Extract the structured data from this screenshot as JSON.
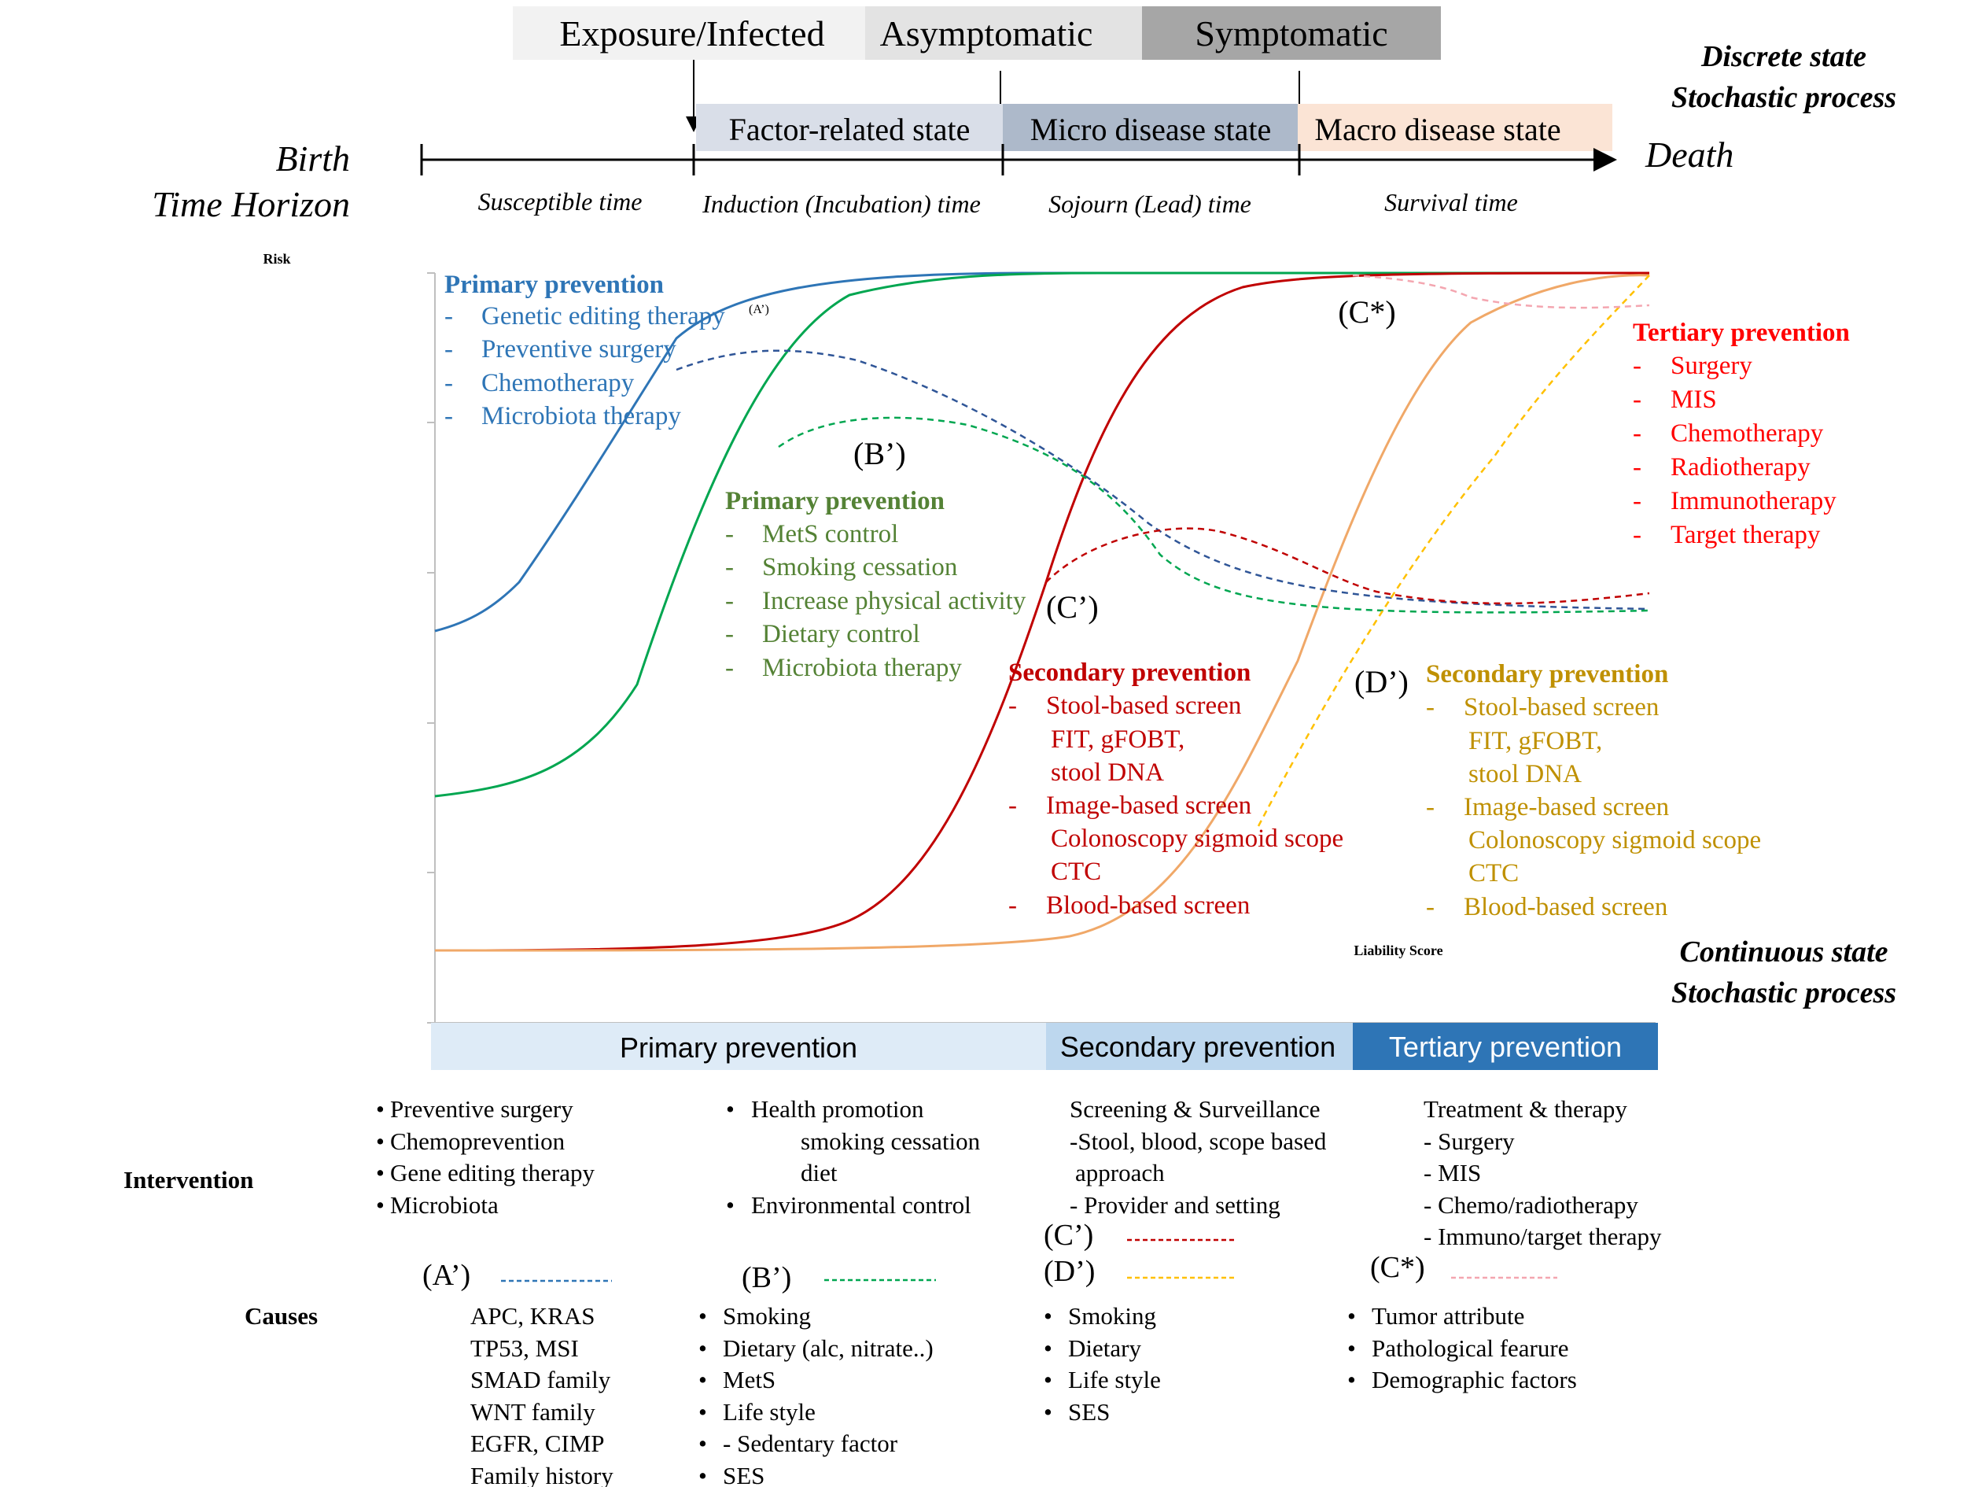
{
  "colors": {
    "blue": "#2e75b6",
    "green": "#00a650",
    "greenText": "#548235",
    "red": "#c00000",
    "brightRed": "#ff0000",
    "orange": "#f4b183",
    "orangeStroke": "#f0a868",
    "gold": "#bf9000",
    "yellow": "#ffc000",
    "pink": "#f4a6b0",
    "darkBlue": "#2f5597"
  },
  "top_states": [
    "Exposure/Infected",
    "Asymptomatic",
    "Symptomatic"
  ],
  "discrete": [
    "Discrete state",
    "Stochastic process"
  ],
  "disease_states": [
    "Factor-related state",
    "Micro disease state",
    "Macro disease state"
  ],
  "timeline": {
    "birth": "Birth",
    "horizon": "Time Horizon",
    "death": "Death",
    "periods": [
      "Susceptible time",
      "Induction (Incubation) time",
      "Sojourn (Lead) time",
      "Survival time"
    ]
  },
  "axis": {
    "ylabel": "Risk",
    "xlabel": "Liability  Score"
  },
  "continuous": [
    "Continuous state",
    "Stochastic process"
  ],
  "curve_labels": [
    "(A’)",
    "(B’)",
    "(C’)",
    "(C*)",
    "(D’)"
  ],
  "blocks": {
    "primary_blue": {
      "title": "Primary prevention",
      "items": [
        "Genetic editing therapy",
        "Preventive surgery",
        "Chemotherapy",
        "Microbiota therapy"
      ]
    },
    "primary_green": {
      "title": "Primary prevention",
      "items": [
        "MetS control",
        "Smoking cessation",
        "Increase physical activity",
        "Dietary control",
        "Microbiota therapy"
      ]
    },
    "secondary_red": {
      "title": "Secondary prevention",
      "lines": [
        "Stool-based screen",
        "FIT, gFOBT,",
        "stool DNA",
        "Image-based screen",
        "Colonoscopy sigmoid scope",
        "CTC",
        "Blood-based screen"
      ]
    },
    "secondary_gold": {
      "title": "Secondary prevention",
      "lines": [
        "Stool-based screen",
        "FIT, gFOBT,",
        "stool DNA",
        "Image-based screen",
        "Colonoscopy sigmoid scope",
        "CTC",
        "Blood-based screen"
      ]
    },
    "tertiary": {
      "title": "Tertiary prevention",
      "items": [
        "Surgery",
        "MIS",
        "Chemotherapy",
        "Radiotherapy",
        "Immunotherapy",
        "Target therapy"
      ]
    }
  },
  "bars": [
    "Primary prevention",
    "Secondary prevention",
    "Tertiary prevention"
  ],
  "intervention": {
    "label": "Intervention",
    "col1": [
      "Preventive surgery",
      "Chemoprevention",
      "Gene editing therapy",
      "Microbiota"
    ],
    "col2": [
      "Health promotion",
      "smoking cessation",
      "diet",
      "Environmental  control"
    ],
    "col3": [
      "Screening  & Surveillance",
      "-Stool, blood, scope based",
      "approach",
      "- Provider  and setting"
    ],
    "col4": [
      "Treatment & therapy",
      "- Surgery",
      "- MIS",
      "- Chemo/radiotherapy",
      "- Immuno/target therapy"
    ]
  },
  "legend": [
    "(A’)",
    "(B’)",
    "(C’)",
    "(D’)",
    "(C*)"
  ],
  "causes": {
    "label": "Causes",
    "col1": [
      "APC, KRAS",
      "TP53, MSI",
      "SMAD family",
      "WNT family",
      "EGFR, CIMP",
      "Family history"
    ],
    "col2": [
      "Smoking",
      "Dietary (alc, nitrate..)",
      "MetS",
      "Life style",
      "- Sedentary  factor",
      "SES"
    ],
    "col3": [
      "Smoking",
      "Dietary",
      "Life style",
      "SES"
    ],
    "col4": [
      "Tumor attribute",
      "Pathological  fearure",
      "Demographic  factors"
    ]
  }
}
